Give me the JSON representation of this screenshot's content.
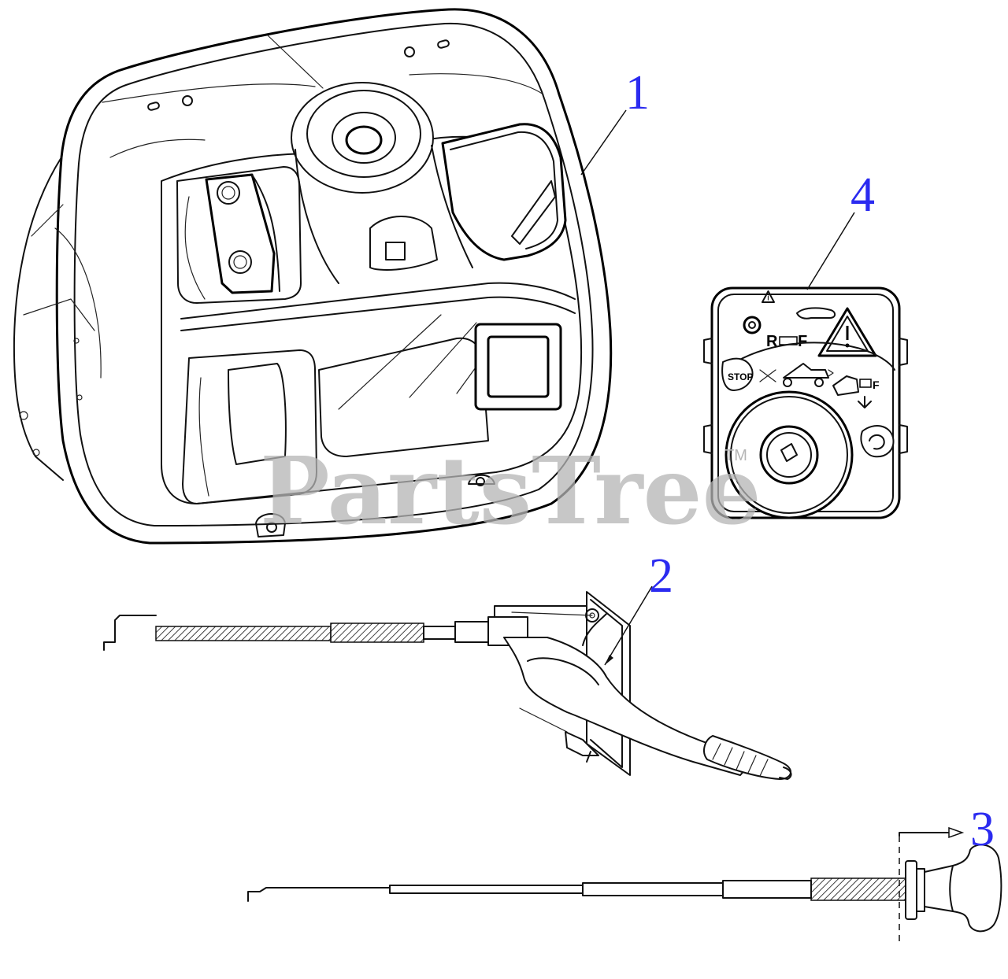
{
  "callouts": {
    "c1": "1",
    "c2": "2",
    "c3": "3",
    "c4": "4"
  },
  "watermark": {
    "text": "PartsTree",
    "tm": "TM"
  },
  "decal": {
    "stop": "STOP",
    "reverse": "R",
    "forward": "F",
    "forward2": "F"
  },
  "icons": [
    "warning-triangle-icon",
    "hand-icon",
    "key-switch-icon",
    "tractor-icon",
    "rotate-icon"
  ]
}
